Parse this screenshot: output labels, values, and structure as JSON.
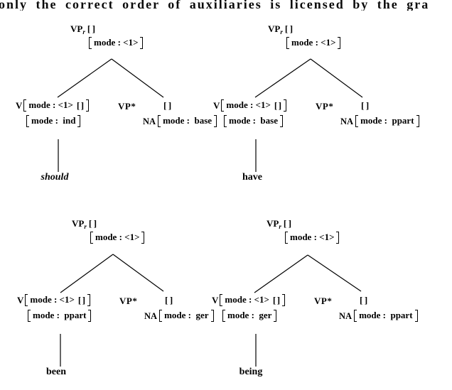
{
  "caption": {
    "text": "only the correct order of auxiliaries is licensed by the gra"
  },
  "labels": {
    "root_label": "VP",
    "root_subscript": "r",
    "empty_features": "[]",
    "root_bottom": "mode : <1>",
    "v_label": "V",
    "v_top": "mode : <1>",
    "foot_label": "VP*",
    "na_label": "NA"
  },
  "trees": [
    {
      "name": "should-tree",
      "v_bottom": "mode :  ind",
      "foot_bottom": "mode :  base",
      "anchor": "should"
    },
    {
      "name": "have-tree",
      "v_bottom": "mode :  base",
      "foot_bottom": "mode :  ppart",
      "anchor": "have"
    },
    {
      "name": "been-tree",
      "v_bottom": "mode :  ppart",
      "foot_bottom": "mode :  ger",
      "anchor": "been"
    },
    {
      "name": "being-tree",
      "v_bottom": "mode :  ger",
      "foot_bottom": "mode :  ppart",
      "anchor": "being"
    }
  ]
}
